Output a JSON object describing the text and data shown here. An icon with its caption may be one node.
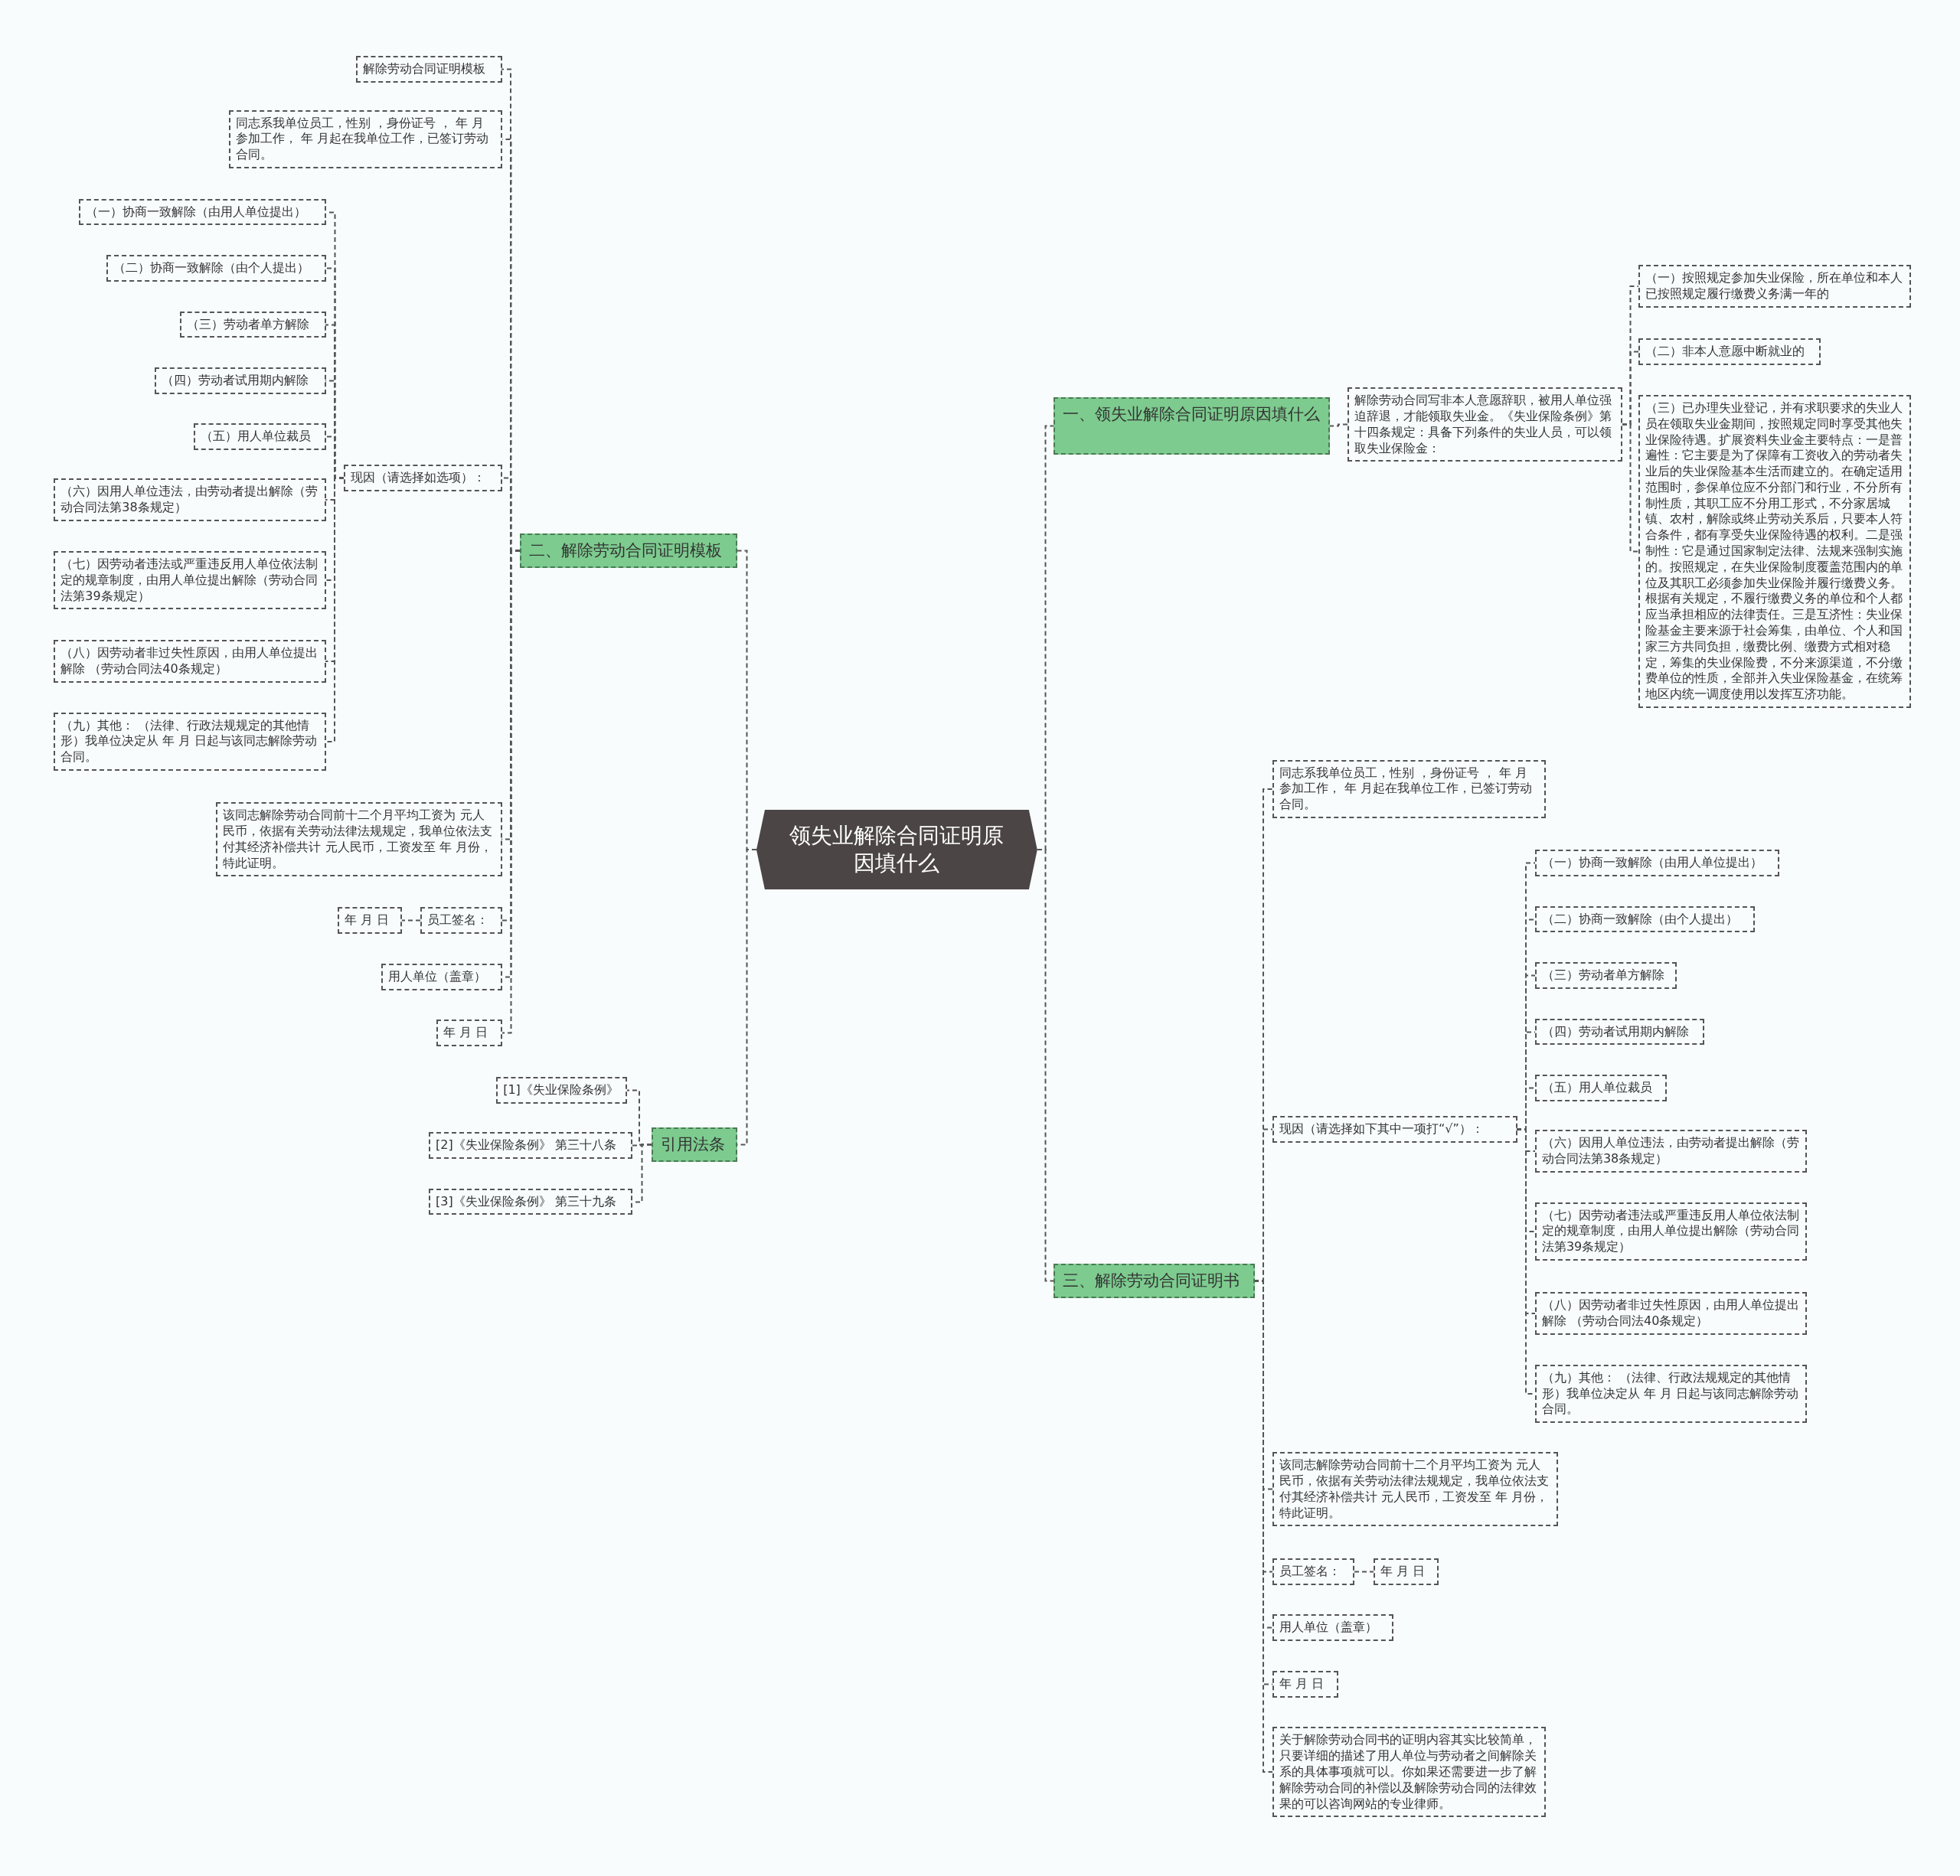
{
  "diagram": {
    "nodes": [
      {
        "text": [
          "领失业解除合同证明原因填什么"
        ]
      },
      {
        "text": [
          "一、领失业解除合同证明原因填什么"
        ]
      },
      {
        "text": [
          "解除劳动合同写非本人意愿辞职，被用人单位强迫辞退，才能领取失业金。《失业保险条例》第十四条规定：具备下列条件的失业人员，可以领取失业保险金："
        ]
      },
      {
        "text": [
          "（一）按照规定参加失业保险，所在单位和本人已按照规定履行缴费义务满一年的"
        ]
      },
      {
        "text": [
          "（二）非本人意愿中断就业的"
        ]
      },
      {
        "text": [
          "（三）已办理失业登记，并有求职要求的失业人员在领取失业金期间，按照规定同时享受其他失业保险待遇。扩展资料失业金主要特点：一是普遍性：它主要是为了保障有工资收入的劳动者失业后的失业保险基本生活而建立的。在确定适用范围时，参保单位应不分部门和行业，不分所有制性质，其职工应不分用工形式，不分家居城镇、农村，解除或终止劳动关系后，只要本人符合条件，都有享受失业保险待遇的权利。二是强制性：它是通过国家制定法律、法规来强制实施的。按照规定，在失业保险制度覆盖范围内的单位及其职工必须参加失业保险并履行缴费义务。根据有关规定，不履行缴费义务的单位和个人都应当承担相应的法律责任。三是互济性：失业保险基金主要来源于社会筹集，由单位、个人和国家三方共同负担，缴费比例、缴费方式相对稳定，筹集的失业保险费，不分来源渠道，不分缴费单位的性质，全部并入失业保险基金，在统筹地区内统一调度使用以发挥互济功能。"
        ]
      },
      {
        "text": [
          "二、解除劳动合同证明模板"
        ]
      },
      {
        "text": [
          "解除劳动合同证明模板"
        ]
      },
      {
        "text": [
          "同志系我单位员工，性别 ，身份证号 ， 年 月参加工作， 年 月起在我单位工作，已签订劳动合同。"
        ]
      },
      {
        "text": [
          "现因（请选择如选项）："
        ]
      },
      {
        "text": [
          "（一）协商一致解除（由用人单位提出）"
        ]
      },
      {
        "text": [
          "（二）协商一致解除（由个人提出）"
        ]
      },
      {
        "text": [
          "（三）劳动者单方解除"
        ]
      },
      {
        "text": [
          "（四）劳动者试用期内解除"
        ]
      },
      {
        "text": [
          "（五）用人单位裁员"
        ]
      },
      {
        "text": [
          "（六）因用人单位违法，由劳动者提出解除（劳动合同法第38条规定）"
        ]
      },
      {
        "text": [
          "（七）因劳动者违法或严重违反用人单位依法制定的规章制度，由用人单位提出解除（劳动合同法第39条规定）"
        ]
      },
      {
        "text": [
          "（八）因劳动者非过失性原因，由用人单位提出解除 （劳动合同法40条规定）"
        ]
      },
      {
        "text": [
          "（九）其他： （法律、行政法规规定的其他情形）我单位决定从 年 月 日起与该同志解除劳动合同。"
        ]
      },
      {
        "text": [
          "该同志解除劳动合同前十二个月平均工资为 元人民币，依据有关劳动法律法规规定，我单位依法支付其经济补偿共计 元人民币，工资发至 年 月份，特此证明。"
        ]
      },
      {
        "text": [
          "员工签名："
        ]
      },
      {
        "text": [
          "年 月 日"
        ]
      },
      {
        "text": [
          "用人单位（盖章）"
        ]
      },
      {
        "text": [
          "年 月 日"
        ]
      },
      {
        "text": [
          "引用法条"
        ]
      },
      {
        "text": [
          "[1]《失业保险条例》"
        ]
      },
      {
        "text": [
          "[2]《失业保险条例》 第三十八条"
        ]
      },
      {
        "text": [
          "[3]《失业保险条例》 第三十九条"
        ]
      },
      {
        "text": [
          "三、解除劳动合同证明书"
        ]
      },
      {
        "text": [
          "同志系我单位员工，性别 ，身份证号 ， 年 月参加工作， 年 月起在我单位工作，已签订劳动合同。"
        ]
      },
      {
        "text": [
          "现因（请选择如下其中一项打“√”）："
        ]
      },
      {
        "text": [
          "（一）协商一致解除（由用人单位提出）"
        ]
      },
      {
        "text": [
          "（二）协商一致解除（由个人提出）"
        ]
      },
      {
        "text": [
          "（三）劳动者单方解除"
        ]
      },
      {
        "text": [
          "（四）劳动者试用期内解除"
        ]
      },
      {
        "text": [
          "（五）用人单位裁员"
        ]
      },
      {
        "text": [
          "（六）因用人单位违法，由劳动者提出解除（劳动合同法第38条规定）"
        ]
      },
      {
        "text": [
          "（七）因劳动者违法或严重违反用人单位依法制定的规章制度，由用人单位提出解除（劳动合同法第39条规定）"
        ]
      },
      {
        "text": [
          "（八）因劳动者非过失性原因，由用人单位提出解除 （劳动合同法40条规定）"
        ]
      },
      {
        "text": [
          "（九）其他： （法律、行政法规规定的其他情形）我单位决定从 年 月 日起与该同志解除劳动合同。"
        ]
      },
      {
        "text": [
          "该同志解除劳动合同前十二个月平均工资为 元人民币，依据有关劳动法律法规规定，我单位依法支付其经济补偿共计 元人民币，工资发至 年 月份，特此证明。"
        ]
      },
      {
        "text": [
          "员工签名："
        ]
      },
      {
        "text": [
          "年 月 日"
        ]
      },
      {
        "text": [
          "用人单位（盖章）"
        ]
      },
      {
        "text": [
          "年 月 日"
        ]
      },
      {
        "text": [
          "关于解除劳动合同书的证明内容其实比较简单，只要详细的描述了用人单位与劳动者之间解除关系的具体事项就可以。你如果还需要进一步了解解除劳动合同的补偿以及解除劳动合同的法律效果的可以咨询网站的专业律师。"
        ]
      }
    ],
    "edges": [
      {
        "from": 0,
        "to": 1,
        "arrow": "none"
      },
      {
        "from": 0,
        "to": 6,
        "arrow": "none"
      },
      {
        "from": 0,
        "to": 24,
        "arrow": "none"
      },
      {
        "from": 0,
        "to": 28,
        "arrow": "none"
      },
      {
        "from": 1,
        "to": 2,
        "arrow": "none"
      },
      {
        "from": 2,
        "to": 3,
        "arrow": "none"
      },
      {
        "from": 2,
        "to": 4,
        "arrow": "none"
      },
      {
        "from": 2,
        "to": 5,
        "arrow": "none"
      },
      {
        "from": 6,
        "to": 7,
        "arrow": "none"
      },
      {
        "from": 6,
        "to": 8,
        "arrow": "none"
      },
      {
        "from": 6,
        "to": 9,
        "arrow": "none"
      },
      {
        "from": 6,
        "to": 19,
        "arrow": "none"
      },
      {
        "from": 6,
        "to": 20,
        "arrow": "none"
      },
      {
        "from": 6,
        "to": 22,
        "arrow": "none"
      },
      {
        "from": 6,
        "to": 23,
        "arrow": "none"
      },
      {
        "from": 9,
        "to": 10,
        "arrow": "none"
      },
      {
        "from": 9,
        "to": 11,
        "arrow": "none"
      },
      {
        "from": 9,
        "to": 12,
        "arrow": "none"
      },
      {
        "from": 9,
        "to": 13,
        "arrow": "none"
      },
      {
        "from": 9,
        "to": 14,
        "arrow": "none"
      },
      {
        "from": 9,
        "to": 15,
        "arrow": "none"
      },
      {
        "from": 9,
        "to": 16,
        "arrow": "none"
      },
      {
        "from": 9,
        "to": 17,
        "arrow": "none"
      },
      {
        "from": 9,
        "to": 18,
        "arrow": "none"
      },
      {
        "from": 20,
        "to": 21,
        "arrow": "none"
      },
      {
        "from": 24,
        "to": 25,
        "arrow": "none"
      },
      {
        "from": 24,
        "to": 26,
        "arrow": "none"
      },
      {
        "from": 24,
        "to": 27,
        "arrow": "none"
      },
      {
        "from": 28,
        "to": 29,
        "arrow": "none"
      },
      {
        "from": 28,
        "to": 30,
        "arrow": "none"
      },
      {
        "from": 28,
        "to": 40,
        "arrow": "none"
      },
      {
        "from": 28,
        "to": 41,
        "arrow": "none"
      },
      {
        "from": 28,
        "to": 43,
        "arrow": "none"
      },
      {
        "from": 28,
        "to": 44,
        "arrow": "none"
      },
      {
        "from": 28,
        "to": 45,
        "arrow": "none"
      },
      {
        "from": 30,
        "to": 31,
        "arrow": "none"
      },
      {
        "from": 30,
        "to": 32,
        "arrow": "none"
      },
      {
        "from": 30,
        "to": 33,
        "arrow": "none"
      },
      {
        "from": 30,
        "to": 34,
        "arrow": "none"
      },
      {
        "from": 30,
        "to": 35,
        "arrow": "none"
      },
      {
        "from": 30,
        "to": 36,
        "arrow": "none"
      },
      {
        "from": 30,
        "to": 37,
        "arrow": "none"
      },
      {
        "from": 30,
        "to": 38,
        "arrow": "none"
      },
      {
        "from": 30,
        "to": 39,
        "arrow": "none"
      },
      {
        "from": 41,
        "to": 42,
        "arrow": "none"
      }
    ]
  }
}
